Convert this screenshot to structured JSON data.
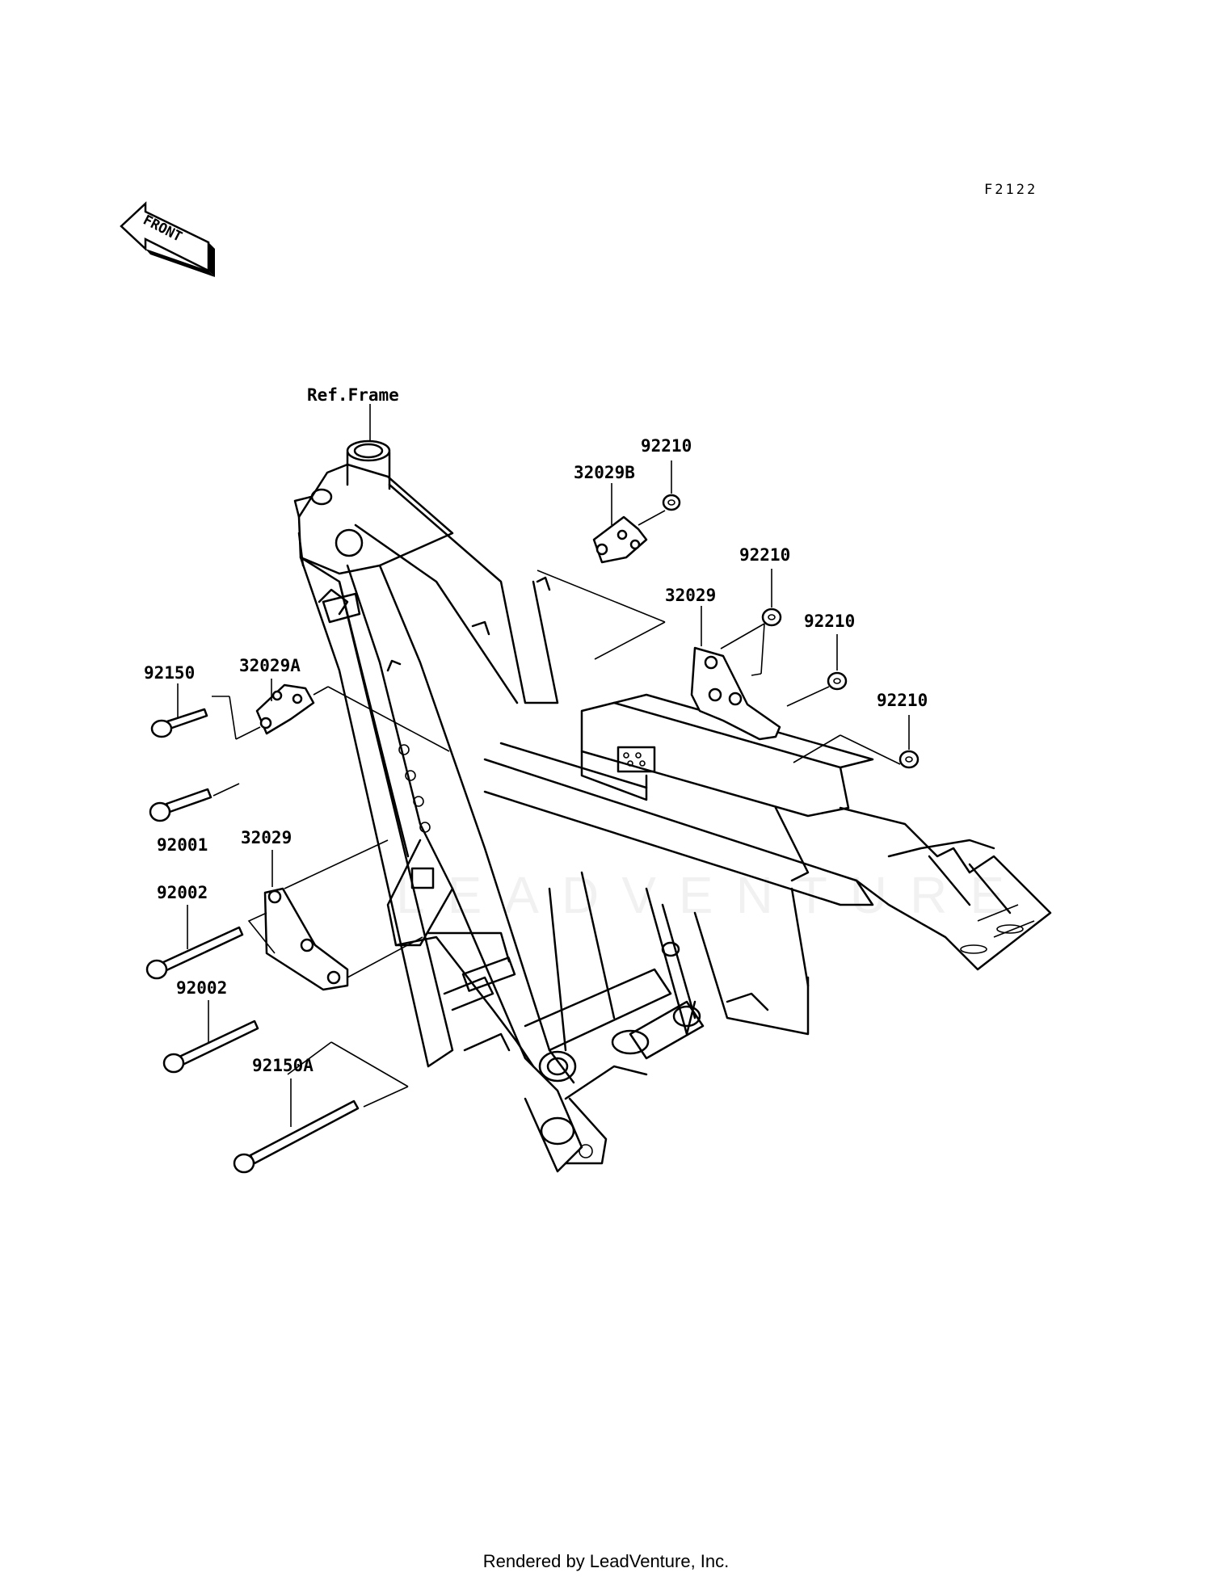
{
  "diagram_code": "F2122",
  "front_label": "FRONT",
  "watermark": "LEADVENTURE",
  "footer": "Rendered by LeadVenture, Inc.",
  "callouts": {
    "ref_frame": "Ref.Frame",
    "p32029B": "32029B",
    "p92210_a": "92210",
    "p92210_b": "92210",
    "p92210_c": "92210",
    "p92210_d": "92210",
    "p32029_upper": "32029",
    "p32029A": "32029A",
    "p92150": "92150",
    "p92001": "92001",
    "p32029_lower": "32029",
    "p92002_a": "92002",
    "p92002_b": "92002",
    "p92150A": "92150A"
  }
}
